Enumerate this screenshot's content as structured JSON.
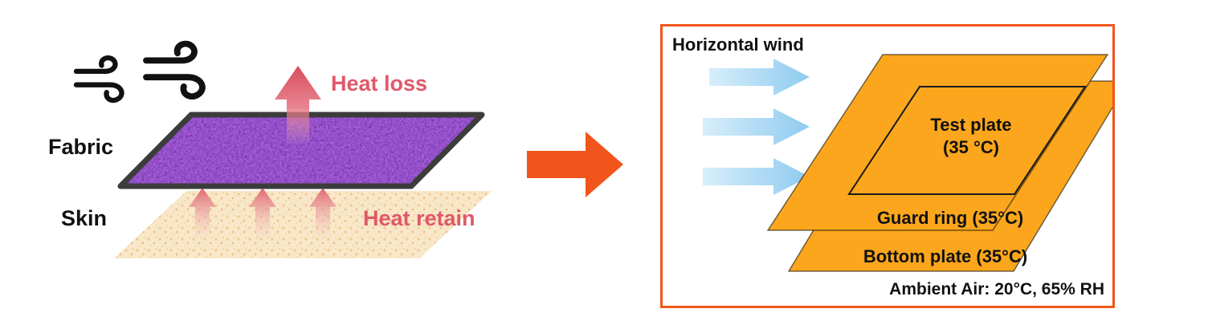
{
  "left_diagram": {
    "fabric_label": "Fabric",
    "skin_label": "Skin",
    "heat_loss_label": "Heat loss",
    "heat_retain_label": "Heat retain"
  },
  "right_diagram": {
    "wind_label": "Horizontal wind",
    "test_plate_line1": "Test plate",
    "test_plate_line2": "(35 °C)",
    "guard_ring_label": "Guard ring (35°C)",
    "bottom_plate_label": "Bottom plate (35°C)",
    "ambient_label": "Ambient Air: 20°C, 65% RH"
  },
  "icons": {
    "wind_gust_icon": "gust-swirl",
    "heat_up_arrow_icon": "arrow-up",
    "transition_arrow_icon": "arrow-right",
    "wind_flow_arrow_icon": "arrow-right"
  },
  "colors": {
    "heat_red": "#E0586A",
    "fabric_purple": "#2B0B3F",
    "fabric_border": "#3C3C3C",
    "skin_tone": "#F8E7C8",
    "transition_orange": "#F1551C",
    "panel_border_orange": "#F1551C",
    "plate_orange": "#FBA61C",
    "wind_blue": "#A6D8F2",
    "text_black": "#111111"
  }
}
